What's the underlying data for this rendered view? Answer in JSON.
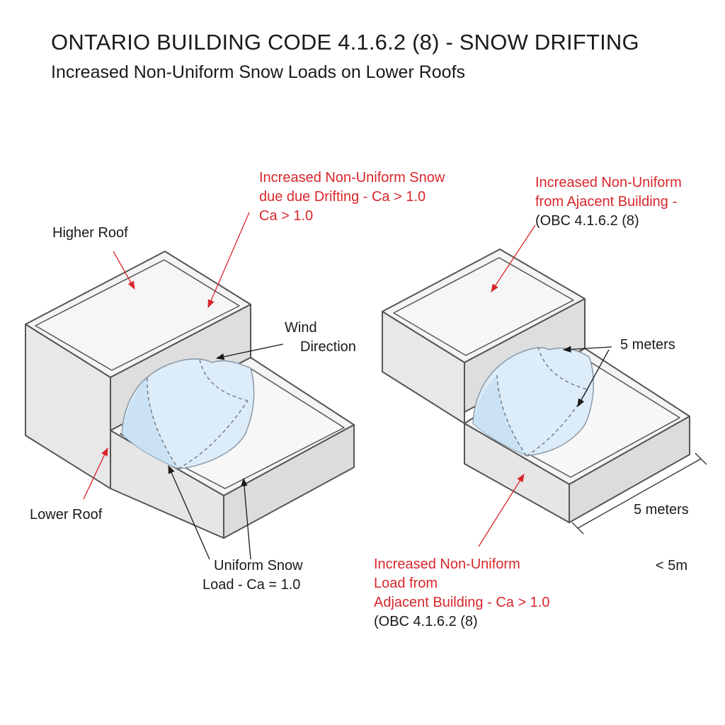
{
  "header": {
    "title": "ONTARIO BUILDING CODE 4.1.6.2 (8) - SNOW DRIFTING",
    "subtitle": "Increased Non-Uniform Snow Loads on Lower Roofs"
  },
  "left": {
    "drift_note": {
      "line1": "Increased Non-Uniform Snow",
      "line2": "due due Drifting - Ca > 1.0",
      "line3": "Ca > 1.0"
    },
    "higher_roof": "Higher Roof",
    "wind_line1": "Wind",
    "wind_line2": "Direction",
    "lower_roof": "Lower Roof",
    "uniform_line1": "Uniform Snow",
    "uniform_line2": "Load - Ca = 1.0"
  },
  "right": {
    "top_note": {
      "line1": "Increased Non-Uniform",
      "line2": "from Ajacent Building -",
      "line3": "(OBC 4.1.6.2 (8)"
    },
    "five_m_drift": "5 meters",
    "five_m_width": "5 meters",
    "lt_five": "< 5m",
    "bottom_note": {
      "line1": "Increased Non-Uniform",
      "line2": "Load from",
      "line3": "Adjacent Building - Ca > 1.0",
      "line4": "(OBC 4.1.6.2 (8)"
    }
  },
  "colors": {
    "annotation_red": "#d8262b",
    "snow": "#d7e9f6",
    "building_face": "#e6e6e6"
  }
}
